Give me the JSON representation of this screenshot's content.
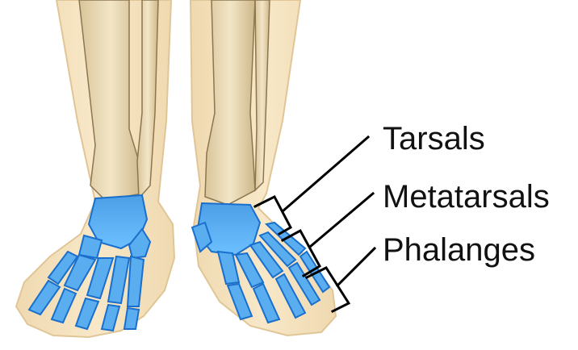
{
  "labels": {
    "tarsals": "Tarsals",
    "metatarsals": "Metatarsals",
    "phalanges": "Phalanges"
  },
  "colors": {
    "skin": "#f6e2bd",
    "skin_edge": "#e2c69a",
    "bone": "#ecdcb4",
    "bone_shade": "#c9b488",
    "foot_bones": "#5aaef0",
    "foot_bones_dark": "#1a6fcc",
    "leader_lines": "#000000"
  }
}
